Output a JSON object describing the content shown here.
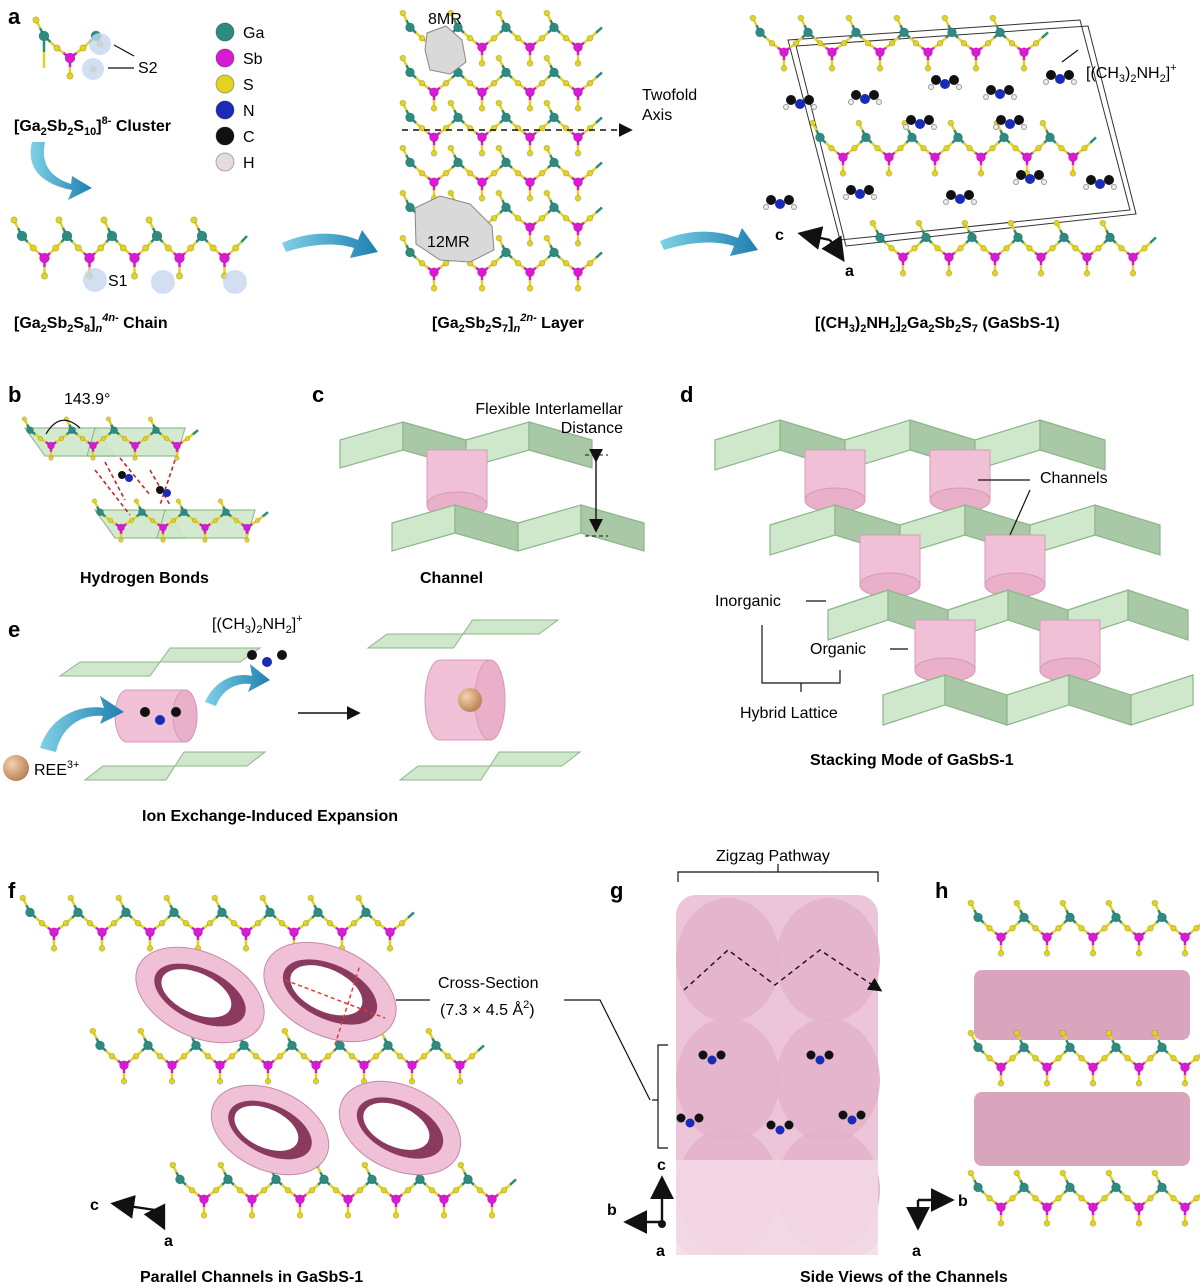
{
  "panels": {
    "a": "a",
    "b": "b",
    "c": "c",
    "d": "d",
    "e": "e",
    "f": "f",
    "g": "g",
    "h": "h"
  },
  "legend": [
    {
      "symbol": "Ga",
      "color": "#2e8b7f"
    },
    {
      "symbol": "Sb",
      "color": "#d81bd0"
    },
    {
      "symbol": "S",
      "color": "#e3d321"
    },
    {
      "symbol": "N",
      "color": "#1a2bb8"
    },
    {
      "symbol": "C",
      "color": "#111111"
    },
    {
      "symbol": "H",
      "color": "#e6dcdc"
    }
  ],
  "a": {
    "cluster_label": "[Ga2Sb2S10]8- Cluster",
    "s2": "S2",
    "s1": "S1",
    "chain_label": "[Ga2Sb2S8]n4n- Chain",
    "ring8": "8MR",
    "ring12": "12MR",
    "twofold_1": "Twofold",
    "twofold_2": "Axis",
    "layer_label": "[Ga2Sb2S7]n2n- Layer",
    "cation_label": "[(CH3)2NH2]+",
    "compound_label": "[(CH3)2NH2]2Ga2Sb2S7 (GaSbS-1)",
    "axis_c": "c",
    "axis_a": "a"
  },
  "b": {
    "angle": "143.9°",
    "caption": "Hydrogen Bonds"
  },
  "c": {
    "flex_1": "Flexible Interlamellar",
    "flex_2": "Distance",
    "caption": "Channel"
  },
  "d": {
    "channels": "Channels",
    "inorganic": "Inorganic",
    "organic": "Organic",
    "hybrid": "Hybrid Lattice",
    "caption": "Stacking Mode of GaSbS-1"
  },
  "e": {
    "cation": "[(CH3)2NH2]+",
    "ree": "REE3+",
    "caption": "Ion Exchange-Induced Expansion"
  },
  "f": {
    "cross_1": "Cross-Section",
    "cross_2": "(7.3 × 4.5 Å2)",
    "axis_c": "c",
    "axis_a": "a",
    "caption": "Parallel Channels in GaSbS-1"
  },
  "g": {
    "zigzag": "Zigzag Pathway",
    "axis_c": "c",
    "axis_b": "b",
    "axis_a": "a",
    "caption": "Side Views of the Channels"
  },
  "h": {
    "axis_b": "b",
    "axis_a": "a"
  },
  "colors": {
    "ga": "#2e8b7f",
    "sb": "#d81bd0",
    "s": "#e3d321",
    "green": "#cfe8cb",
    "greenDark": "#8db58b",
    "pink": "#f0c1d6",
    "pinkDark": "#8a3a5e",
    "arrow": "#3a9ec2"
  }
}
